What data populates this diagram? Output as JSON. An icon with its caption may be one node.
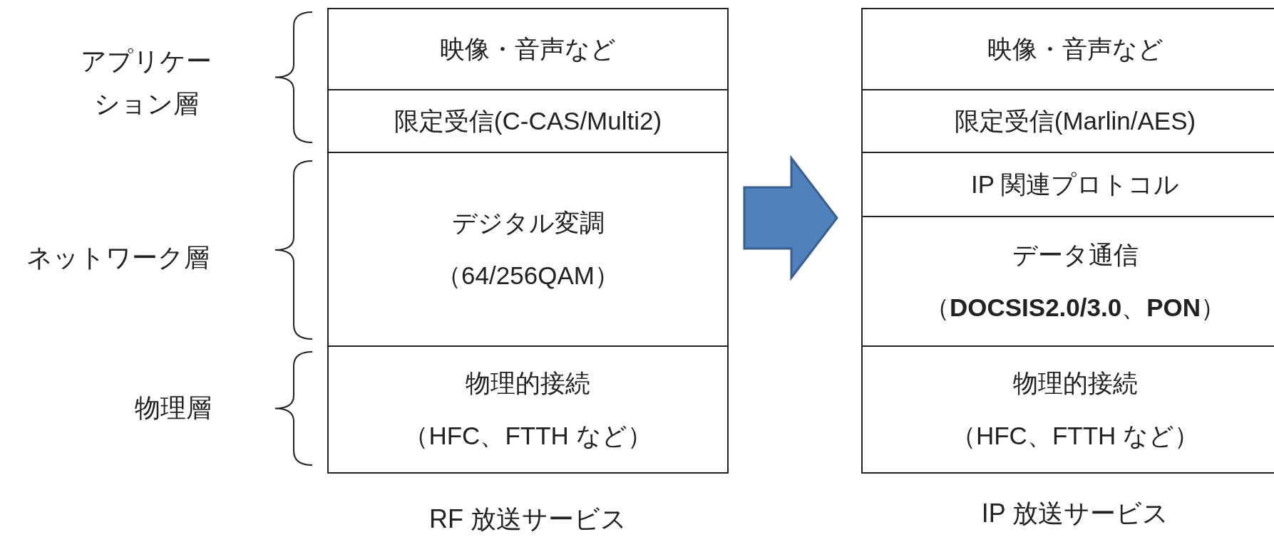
{
  "diagram": {
    "nodes": [
      {
        "text": [
          "RF 放送サービス"
        ]
      },
      {
        "text": [
          "映像・音声など"
        ],
        "in": 0
      },
      {
        "text": [
          "限定受信(C-CAS/Multi2)"
        ],
        "in": 0
      },
      {
        "text": [
          "デジタル変調",
          "（64/256QAM）"
        ],
        "in": 0
      },
      {
        "text": [
          "物理的接続",
          "（HFC、FTTH など）"
        ],
        "in": 0
      },
      {
        "text": [
          "IP 放送サービス"
        ]
      },
      {
        "text": [
          "映像・音声など"
        ],
        "in": 5
      },
      {
        "text": [
          "限定受信(Marlin/AES)"
        ],
        "in": 5
      },
      {
        "text": [
          "IP 関連プロトコル"
        ],
        "in": 5
      },
      {
        "text": [
          "データ通信",
          "（**DOCSIS2.0/3.0**、**PON**）"
        ],
        "in": 5
      },
      {
        "text": [
          "物理的接続",
          "（HFC、FTTH など）"
        ],
        "in": 5
      }
    ],
    "edges": [
      {
        "from": 0,
        "to": 5,
        "arrow": "to",
        "style": "thick"
      }
    ],
    "labels": [
      "アプリケーション層",
      "ネットワーク層",
      "物理層"
    ]
  }
}
